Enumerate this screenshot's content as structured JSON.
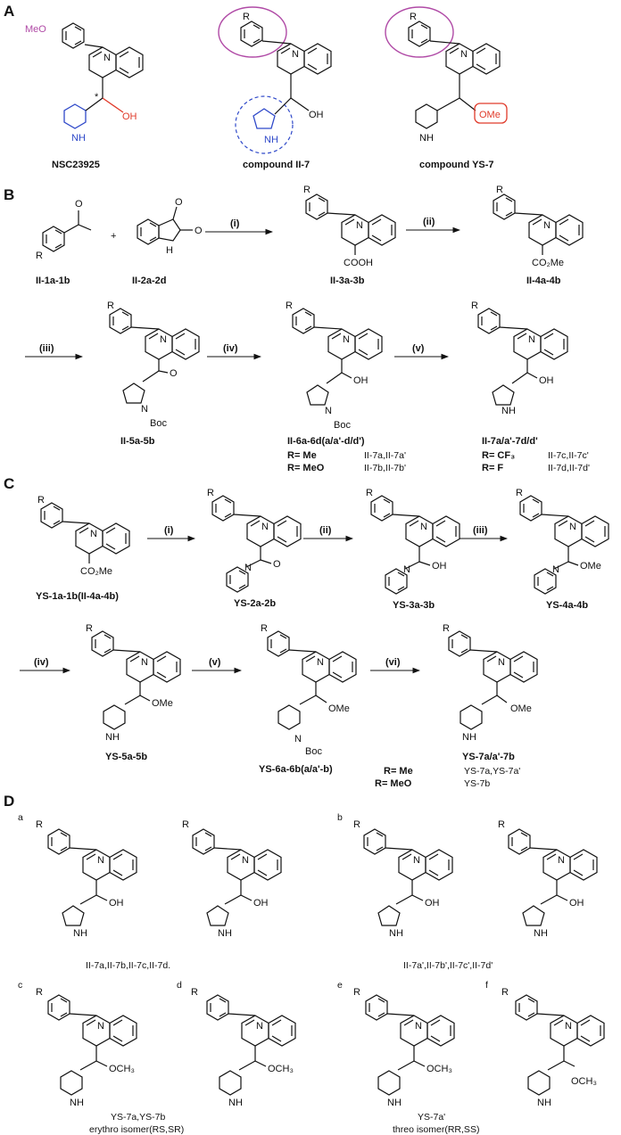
{
  "panels": {
    "A": {
      "letter": "A",
      "compounds": [
        "NSC23925",
        "compound II-7",
        "compound  YS-7"
      ],
      "atoms": {
        "meo": "MeO",
        "r": "R",
        "n": "N",
        "nh": "NH",
        "oh": "OH",
        "ome": "OMe",
        "star": "*"
      }
    },
    "B": {
      "letter": "B",
      "plus": "+",
      "labels": [
        "II-1a-1b",
        "II-2a-2d",
        "II-3a-3b",
        "II-4a-4b",
        "II-5a-5b",
        "II-6a-6d(a/a'-d/d')",
        "II-7a/a'-7d/d'"
      ],
      "steps": [
        "(i)",
        "(ii)",
        "(iii)",
        "(iv)",
        "(v)"
      ],
      "atoms": {
        "o": "O",
        "h": "H",
        "cooh": "COOH",
        "co2me": "CO₂Me",
        "boc": "Boc",
        "r": "R",
        "n": "N",
        "nh": "NH",
        "oh": "OH"
      },
      "r_table": [
        {
          "r": "R= Me",
          "cmpd": "II-7a,II-7a'"
        },
        {
          "r": "R= MeO",
          "cmpd": "II-7b,II-7b'"
        },
        {
          "r": "R= CF₃",
          "cmpd": "II-7c,II-7c'"
        },
        {
          "r": "R= F",
          "cmpd": "II-7d,II-7d'"
        }
      ]
    },
    "C": {
      "letter": "C",
      "labels": [
        "YS-1a-1b(II-4a-4b)",
        "YS-2a-2b",
        "YS-3a-3b",
        "YS-4a-4b",
        "YS-5a-5b",
        "YS-6a-6b(a/a'-b)",
        "YS-7a/a'-7b"
      ],
      "steps": [
        "(i)",
        "(ii)",
        "(iii)",
        "(iv)",
        "(v)",
        "(vi)"
      ],
      "atoms": {
        "co2me": "CO₂Me",
        "ome": "OMe",
        "boc": "Boc",
        "r": "R",
        "n": "N",
        "nh": "NH",
        "oh": "OH",
        "o": "O"
      },
      "r_table": [
        {
          "r": "R= Me",
          "cmpd": "YS-7a,YS-7a'"
        },
        {
          "r": "R= MeO",
          "cmpd": "YS-7b"
        }
      ]
    },
    "D": {
      "letter": "D",
      "sub": [
        "a",
        "b",
        "c",
        "d",
        "e",
        "f"
      ],
      "captions": [
        "II-7a,II-7b,II-7c,II-7d.",
        "II-7a',II-7b',II-7c',II-7d'",
        "YS-7a,YS-7b",
        "YS-7a'",
        "erythro isomer(RS,SR)",
        "threo isomer(RR,SS)"
      ],
      "atoms": {
        "r": "R",
        "n": "N",
        "nh": "NH",
        "oh": "OH",
        "och3": "OCH₃"
      }
    }
  },
  "colors": {
    "magenta": "#b04aa6",
    "blue": "#2f49c9",
    "red": "#e03a2a",
    "ring": "#b04aa6"
  }
}
